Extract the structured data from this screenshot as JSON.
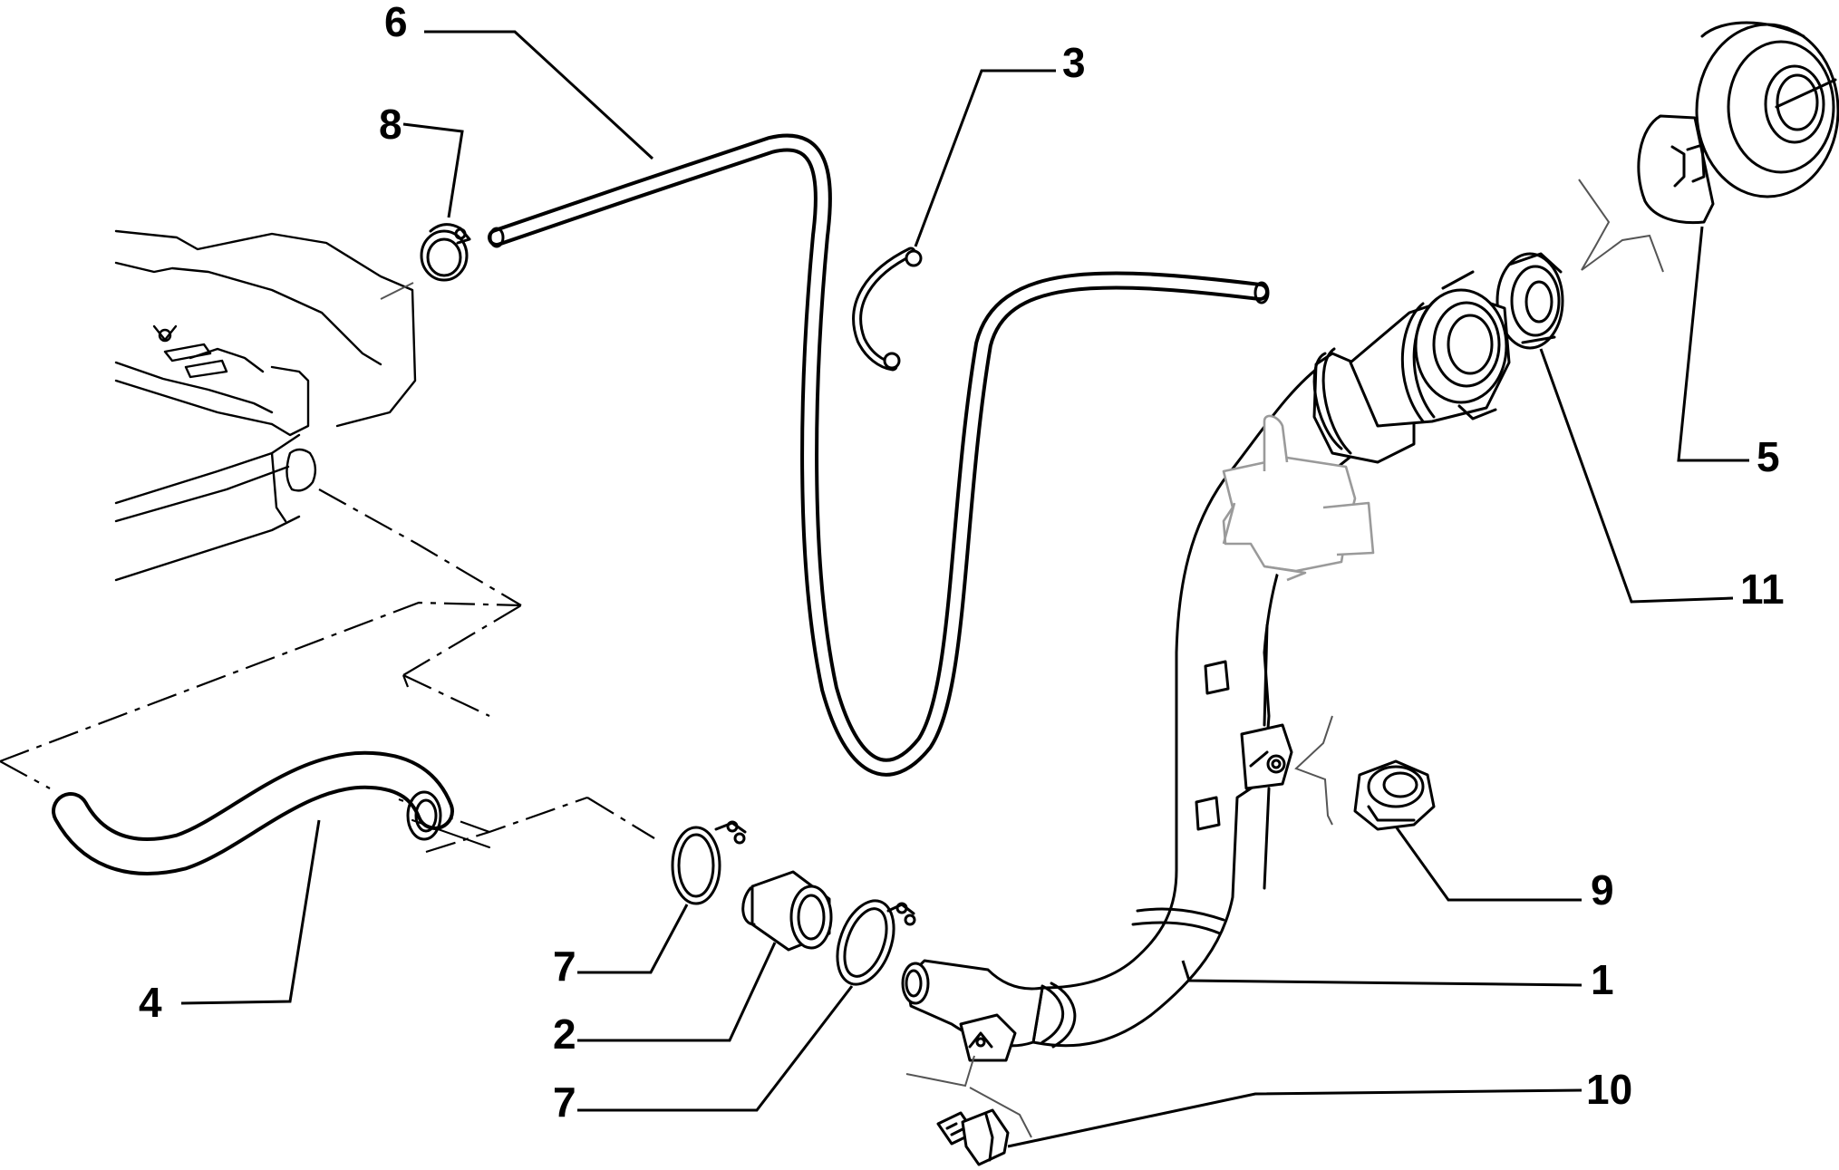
{
  "diagram": {
    "colors": {
      "ink": "#000000",
      "background": "#ffffff",
      "ghost_part": "#9a9a9a"
    },
    "callouts": [
      {
        "id": "c6",
        "label": "6"
      },
      {
        "id": "c3",
        "label": "3"
      },
      {
        "id": "c8",
        "label": "8"
      },
      {
        "id": "c5",
        "label": "5"
      },
      {
        "id": "c11",
        "label": "11"
      },
      {
        "id": "c9",
        "label": "9"
      },
      {
        "id": "c1",
        "label": "1"
      },
      {
        "id": "c10",
        "label": "10"
      },
      {
        "id": "c4",
        "label": "4"
      },
      {
        "id": "c7a",
        "label": "7"
      },
      {
        "id": "c2",
        "label": "2"
      },
      {
        "id": "c7b",
        "label": "7"
      }
    ]
  }
}
